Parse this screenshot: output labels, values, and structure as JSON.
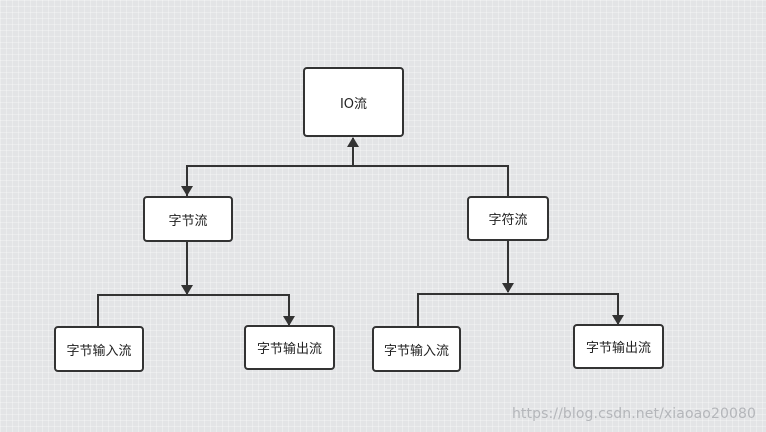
{
  "nodes": {
    "root": "IO流",
    "byte_stream": "字节流",
    "char_stream": "字符流",
    "byte_input_left": "字节输入流",
    "byte_output_left": "字节输出流",
    "byte_input_right": "字节输入流",
    "byte_output_right": "字节输出流"
  },
  "watermark": "https://blog.csdn.net/xiaoao20080",
  "colors": {
    "background": "#e3e4e6",
    "box_fill": "#ffffff",
    "stroke": "#333333",
    "watermark": "#b4b6ba"
  }
}
